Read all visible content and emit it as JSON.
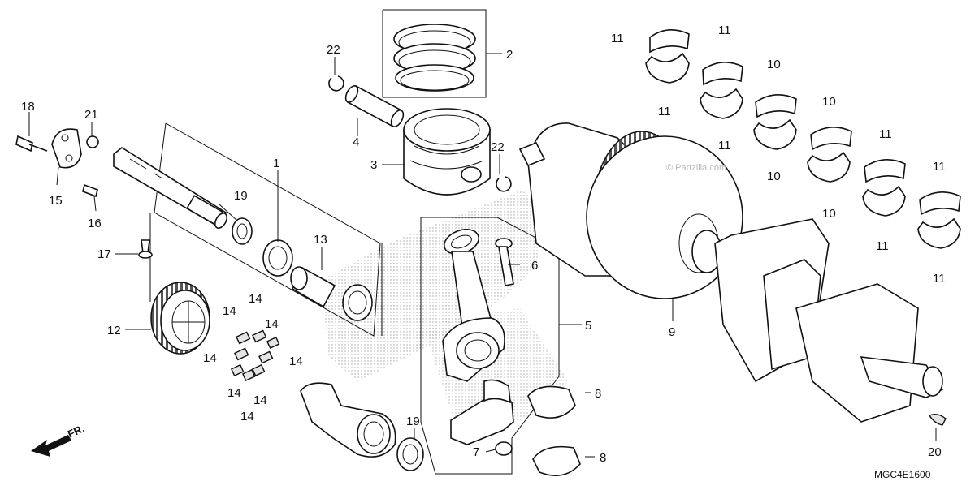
{
  "diagram": {
    "code": "MGC4E1600",
    "watermark": "© Partzilla.com",
    "direction_label": "FR.",
    "callouts": [
      {
        "id": "c1",
        "label": "1"
      },
      {
        "id": "c2",
        "label": "2"
      },
      {
        "id": "c3",
        "label": "3"
      },
      {
        "id": "c4",
        "label": "4"
      },
      {
        "id": "c5",
        "label": "5"
      },
      {
        "id": "c6",
        "label": "6"
      },
      {
        "id": "c7",
        "label": "7"
      },
      {
        "id": "c8a",
        "label": "8"
      },
      {
        "id": "c8b",
        "label": "8"
      },
      {
        "id": "c9",
        "label": "9"
      },
      {
        "id": "c10a",
        "label": "10"
      },
      {
        "id": "c10b",
        "label": "10"
      },
      {
        "id": "c10c",
        "label": "10"
      },
      {
        "id": "c10d",
        "label": "10"
      },
      {
        "id": "c11a",
        "label": "11"
      },
      {
        "id": "c11b",
        "label": "11"
      },
      {
        "id": "c11c",
        "label": "11"
      },
      {
        "id": "c11d",
        "label": "11"
      },
      {
        "id": "c11e",
        "label": "11"
      },
      {
        "id": "c11f",
        "label": "11"
      },
      {
        "id": "c11g",
        "label": "11"
      },
      {
        "id": "c11h",
        "label": "11"
      },
      {
        "id": "c12",
        "label": "12"
      },
      {
        "id": "c13",
        "label": "13"
      },
      {
        "id": "c14a",
        "label": "14"
      },
      {
        "id": "c14b",
        "label": "14"
      },
      {
        "id": "c14c",
        "label": "14"
      },
      {
        "id": "c14d",
        "label": "14"
      },
      {
        "id": "c14e",
        "label": "14"
      },
      {
        "id": "c14f",
        "label": "14"
      },
      {
        "id": "c14g",
        "label": "14"
      },
      {
        "id": "c14h",
        "label": "14"
      },
      {
        "id": "c15",
        "label": "15"
      },
      {
        "id": "c16",
        "label": "16"
      },
      {
        "id": "c17",
        "label": "17"
      },
      {
        "id": "c18",
        "label": "18"
      },
      {
        "id": "c19a",
        "label": "19"
      },
      {
        "id": "c19b",
        "label": "19"
      },
      {
        "id": "c20",
        "label": "20"
      },
      {
        "id": "c21",
        "label": "21"
      },
      {
        "id": "c22a",
        "label": "22"
      },
      {
        "id": "c22b",
        "label": "22"
      }
    ]
  }
}
